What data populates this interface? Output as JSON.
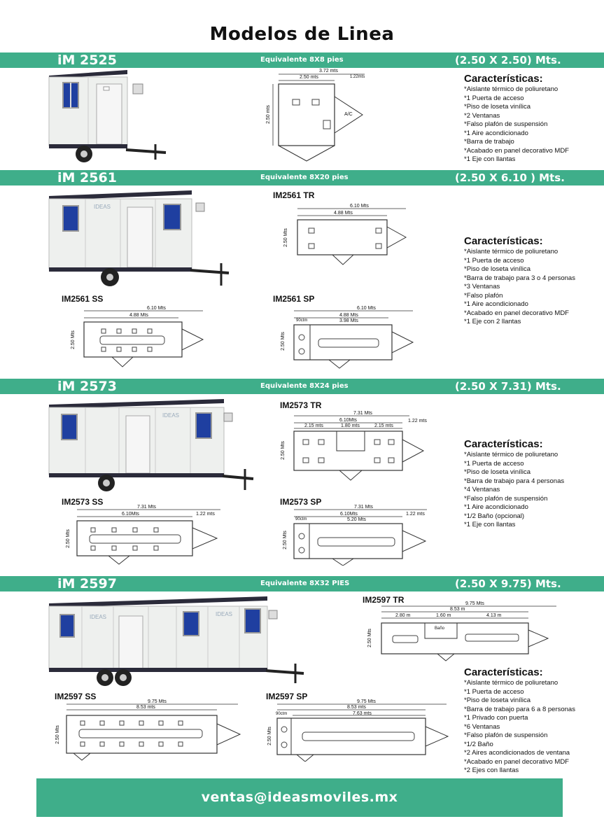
{
  "page_title": "Modelos de Linea",
  "models": [
    {
      "model": "iM 2525",
      "equivalent": "Equivalente   8X8 pies",
      "dims": "(2.50 X 2.50) Mts.",
      "features_title": "Características:",
      "features": [
        "*Aislante térmico de poliuretano",
        "*1 Puerta de acceso",
        "*Piso de loseta vinílica",
        "*2 Ventanas",
        "*Falso plafón de suspensión",
        "*1 Aire acondicionado",
        "*Barra de trabajo",
        "*Acabado en panel decorativo MDF",
        "*1 Eje con llantas"
      ],
      "plans": [
        {
          "label": "",
          "dim_total": "3.72 mts",
          "dim_inner": "2.50 mts",
          "dim_side": "1.22mts",
          "dim_height": "2.50 mts",
          "ac": "A/C"
        }
      ]
    },
    {
      "model": "iM 2561",
      "equivalent": "Equivalente    8X20 pies",
      "dims": "(2.50  X  6.10 ) Mts.",
      "features_title": "Características:",
      "features": [
        "*Aislante térmico de poliuretano",
        "*1 Puerta de acceso",
        "*Piso de loseta vinílica",
        "*Barra de trabajo para 3 o 4 personas",
        "*3 Ventanas",
        "*Falso plafón",
        "*1 Aire acondicionado",
        "*Acabado en panel decorativo MDF",
        "*1 Eje con 2 llantas"
      ],
      "plans": [
        {
          "label": "IM2561 TR",
          "dim_total": "6.10 Mts",
          "dim_inner": "4.88 Mts",
          "dim_height": "2.50 Mts"
        },
        {
          "label": "IM2561 SS",
          "dim_total": "6.10 Mts",
          "dim_inner": "4.88 Mts",
          "dim_height": "2.50 Mts"
        },
        {
          "label": "IM2561 SP",
          "dim_total": "6.10 Mts",
          "dim_inner": "4.88 Mts",
          "dim_sub": "3.98 Mts",
          "dim_bath": "90ctm",
          "dim_height": "2.50 Mts"
        }
      ]
    },
    {
      "model": "iM 2573",
      "equivalent": "Equivalente   8X24  pies",
      "dims": "(2.50  X  7.31) Mts.",
      "features_title": "Características:",
      "features": [
        "*Aislante térmico de poliuretano",
        "*1 Puerta de acceso",
        "*Piso de loseta vinílica",
        "*Barra de trabajo para 4 personas",
        "*4 Ventanas",
        "*Falso plafón de suspensión",
        "*1 Aire acondicionado",
        "*1/2 Baño (opcional)",
        "*1 Eje con llantas"
      ],
      "plans": [
        {
          "label": "IM2573 TR",
          "dim_total": "7.31 Mts",
          "dim_inner": "6.10Mts",
          "dim_a": "2.15 mts",
          "dim_b": "1.80 mts",
          "dim_c": "2.15 mts",
          "dim_side": "1.22 mts",
          "dim_height": "2.50 Mts"
        },
        {
          "label": "IM2573 SS",
          "dim_total": "7.31 Mts",
          "dim_inner": "6.10Mts",
          "dim_side": "1.22 mts",
          "dim_height": "2.50 Mts"
        },
        {
          "label": "IM2573 SP",
          "dim_total": "7.31 Mts",
          "dim_inner": "6.10Mts",
          "dim_sub": "5.20 Mts",
          "dim_bath": "90ctm",
          "dim_side": "1.22 mts",
          "dim_height": "2.50 Mts"
        }
      ]
    },
    {
      "model": "iM 2597",
      "equivalent": "Equivalente     8X32 PIES",
      "dims": "(2.50  X  9.75) Mts.",
      "features_title": "Características:",
      "features": [
        "*Aislante térmico de poliuretano",
        "*1 Puerta de acceso",
        "*Piso de loseta vinílica",
        "*Barra de trabajo para 6 a 8 personas",
        "*1 Privado con puerta",
        "*6 Ventanas",
        "*Falso plafón de suspensión",
        "*1/2 Baño",
        "*2 Aires acondicionados de ventana",
        "*Acabado en panel decorativo MDF",
        "*2 Ejes con llantas"
      ],
      "plans": [
        {
          "label": "IM2597 TR",
          "dim_total": "9.75 Mts",
          "dim_inner": "8.53 m",
          "dim_a": "2.80 m",
          "dim_b": "1.60 m",
          "dim_c": "4.13 m",
          "dim_bath": "Baño",
          "dim_height": "2.50 Mts"
        },
        {
          "label": "IM2597 SS",
          "dim_total": "9.75 Mts",
          "dim_inner": "8.53 mts",
          "dim_height": "2.50 Mts"
        },
        {
          "label": "IM2597 SP",
          "dim_total": "9.75 Mts",
          "dim_inner": "8.53 mts",
          "dim_sub": "7.63 mts",
          "dim_bath": "90ctm",
          "dim_height": "2.50 Mts"
        }
      ]
    }
  ],
  "brand": "IDEAS",
  "footer_email": "ventas@ideasmoviles.mx",
  "colors": {
    "band": "#3fae8a",
    "window": "#1f3fa0",
    "frame": "#2b2b3a"
  }
}
